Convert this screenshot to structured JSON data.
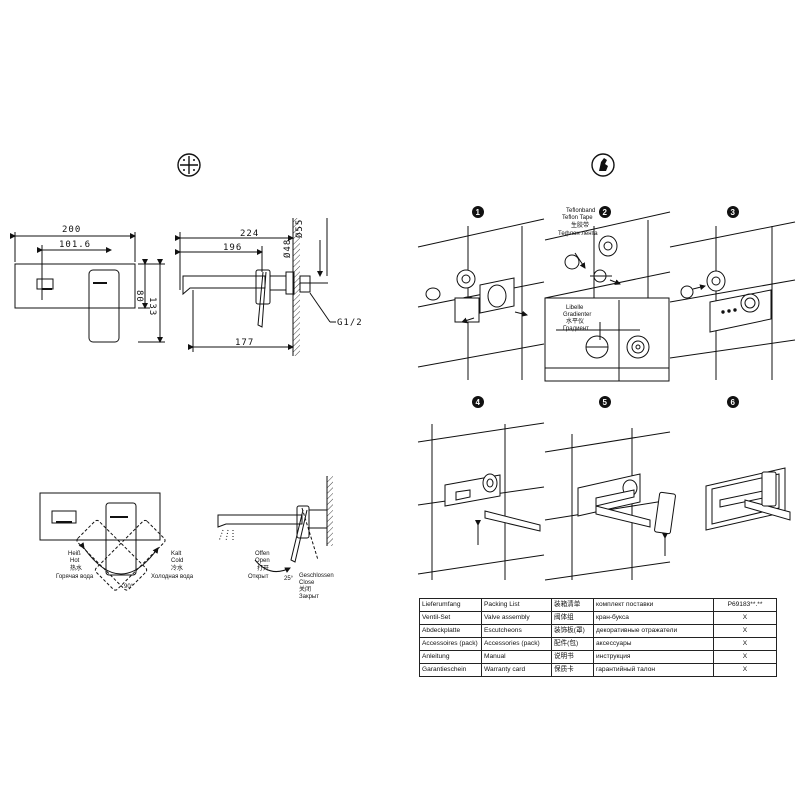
{
  "icons": {
    "dimensions_icon": "crosshair-icon",
    "installation_icon": "tool-hand-icon"
  },
  "dimensions_front": {
    "width": "200",
    "inner_width": "101.6",
    "height_inner": "80",
    "height": "133"
  },
  "dimensions_side": {
    "total": "224",
    "spout": "196",
    "depth": "177",
    "d1": "Ø48",
    "d2": "Ø55",
    "thread": "G1/2"
  },
  "operation": {
    "hot": [
      "Heiß",
      "Hot",
      "热水",
      "Горячая вода"
    ],
    "cold": [
      "Kalt",
      "Cold",
      "冷水",
      "Холодная вода"
    ],
    "angle_rotate": "90°",
    "open": [
      "Offen",
      "Open",
      "打开",
      "Открыт"
    ],
    "close": [
      "Geschlossen",
      "Close",
      "关闭",
      "Закрыт"
    ],
    "angle_lever": "25°"
  },
  "steps": [
    "1",
    "2",
    "3",
    "4",
    "5",
    "6"
  ],
  "step2": {
    "tape": [
      "Teflonband",
      "Teflon Tape",
      "生胶带",
      "Тефлон лента"
    ],
    "level": [
      "Libelle",
      "Gradienter",
      "水平仪",
      "Градиент"
    ]
  },
  "packing": {
    "header": [
      "Lieferumfang",
      "Packing List",
      "装箱清单",
      "комплект поставки",
      "P69183**.**"
    ],
    "rows": [
      [
        "Ventil-Set",
        "Valve assembly",
        "阀体组",
        "кран-букса",
        "X"
      ],
      [
        "Abdeckplatte",
        "Escutcheons",
        "装饰板(罩)",
        "декоративные отражатели",
        "X"
      ],
      [
        "Accessoires (pack)",
        "Accessories (pack)",
        "配件(包)",
        "аксессуары",
        "X"
      ],
      [
        "Anleitung",
        "Manual",
        "说明书",
        "инструкция",
        "X"
      ],
      [
        "Garantieschein",
        "Warranty card",
        "保质卡",
        "гарантийный талон",
        "X"
      ]
    ]
  }
}
